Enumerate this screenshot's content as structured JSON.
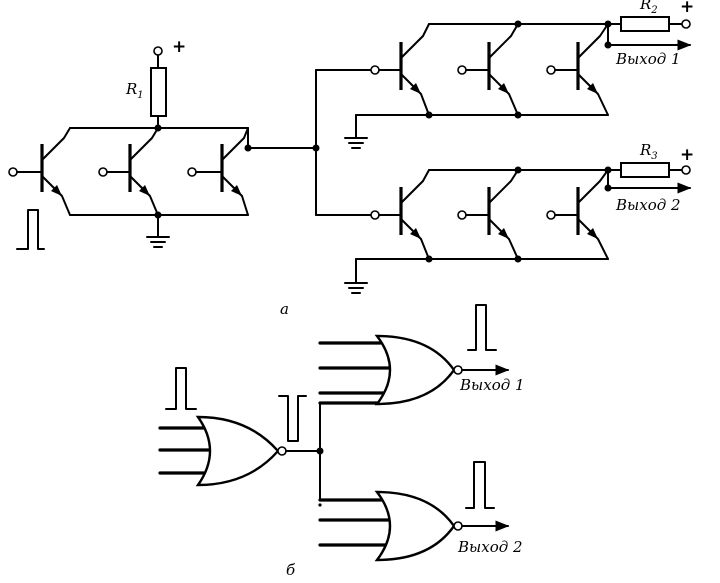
{
  "labels": {
    "r1": "R",
    "r1_sub": "1",
    "r2": "R",
    "r2_sub": "2",
    "r3": "R",
    "r3_sub": "3",
    "plus": "+",
    "out1_a": "Выход 1",
    "out2_a": "Выход 2",
    "part_a": "а",
    "out1_b": "Выход 1",
    "out2_b": "Выход 2",
    "part_b": "б"
  }
}
